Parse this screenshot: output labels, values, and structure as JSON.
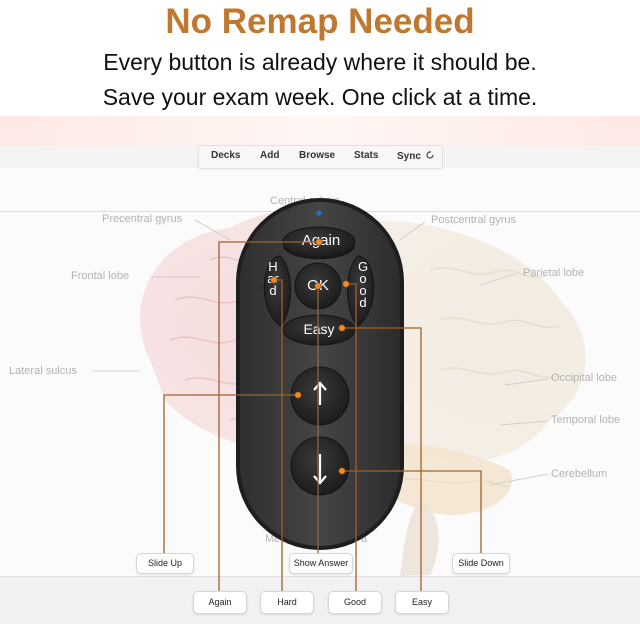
{
  "header": {
    "headline": "No Remap Needed",
    "tagline_line1": "Every button is already where it should be.",
    "tagline_line2": "Save your exam week. One click at a time."
  },
  "menubar": {
    "items": [
      "Decks",
      "Add",
      "Browse",
      "Stats",
      "Sync"
    ],
    "sync_icon": "sync-icon"
  },
  "brain_labels": {
    "central_sulcus": "Central sulcus",
    "precentral_gyrus": "Precentral gyrus",
    "postcentral_gyrus": "Postcentral gyrus",
    "frontal_lobe": "Frontal lobe",
    "parietal_lobe": "Parietal lobe",
    "lateral_sulcus": "Lateral sulcus",
    "occipital_lobe": "Occipital lobe",
    "temporal_lobe": "Temporal lobe",
    "cerebellum": "Cerebellum",
    "medulla_fragment_left": "Me",
    "medulla_fragment_right": "a"
  },
  "remote": {
    "top_label": "Again",
    "left_label": "Hard",
    "right_label": "Good",
    "center_label": "OK",
    "bottom_label": "Easy",
    "up_icon": "arrow-up-icon",
    "down_icon": "arrow-down-icon"
  },
  "callouts": {
    "slide_up": "Slide Up",
    "show_answer": "Show Answer",
    "slide_down": "Slide Down",
    "again": "Again",
    "hard": "Hard",
    "good": "Good",
    "easy": "Easy"
  },
  "colors": {
    "headline": "#c0772e",
    "callout_line": "#a0612c",
    "remote_body": "#3a3a3a",
    "button_face": "#2a2a2a",
    "led": "#1e6fd9"
  }
}
